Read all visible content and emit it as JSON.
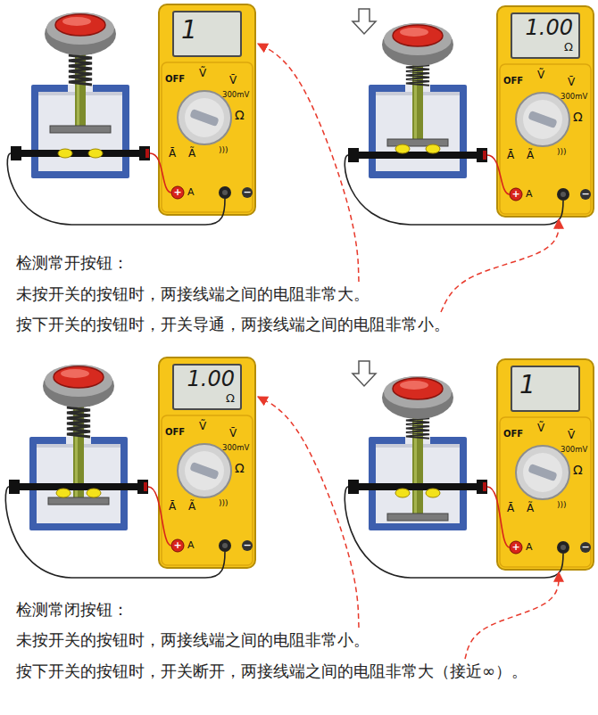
{
  "diagram": {
    "nodes": [
      {
        "text": [
          "OFF",
          "Ṽ",
          "V̄",
          "300mV",
          "Ω",
          "Ā",
          "Ã",
          ")))",
          "+",
          "A",
          "−"
        ]
      },
      {
        "text": [
          "1"
        ],
        "in": 0
      },
      {
        "text": [
          "OFF",
          "Ṽ",
          "V̄",
          "300mV",
          "Ω",
          "Ā",
          "Ã",
          ")))",
          "+",
          "A",
          "−"
        ]
      },
      {
        "text": [
          "1.00",
          "Ω"
        ],
        "in": 2
      },
      {
        "text": [
          "未按开关的按钮时，两接线端之间的电阻非常大。"
        ]
      },
      {
        "text": [
          "按下开关的按钮时，开关导通，两接线端之间的电阻非常小。"
        ]
      },
      {
        "text": [
          "OFF",
          "Ṽ",
          "V̄",
          "300mV",
          "Ω",
          "Ā",
          "Ã",
          ")))",
          "+",
          "A",
          "−"
        ]
      },
      {
        "text": [
          "1.00",
          "Ω"
        ],
        "in": 6
      },
      {
        "text": [
          "OFF",
          "Ṽ",
          "V̄",
          "300mV",
          "Ω",
          "Ā",
          "Ã",
          ")))",
          "+",
          "A",
          "−"
        ]
      },
      {
        "text": [
          "1"
        ],
        "in": 8
      },
      {
        "text": [
          "未按开关的按钮时，两接线端之间的电阻非常小。"
        ]
      },
      {
        "text": [
          "按下开关的按钮时，开关断开，两接线端之间的电阻非常大（接近∞）。"
        ]
      }
    ],
    "edges": [
      {
        "from": 4,
        "to": 0,
        "arrow": "to"
      },
      {
        "from": 5,
        "to": 2,
        "arrow": "to"
      },
      {
        "from": 10,
        "to": 6,
        "arrow": "to"
      },
      {
        "from": 11,
        "to": 8,
        "arrow": "to"
      }
    ],
    "labels": [
      "检测常开按钮：",
      "检测常闭按钮："
    ]
  }
}
